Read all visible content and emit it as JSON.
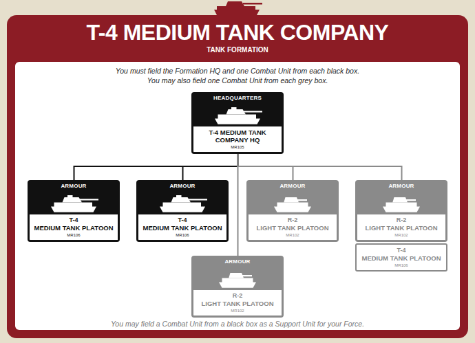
{
  "diagram": {
    "title": "T-4 MEDIUM TANK COMPANY",
    "nodes": [
      {
        "text": [
          "HEADQUARTERS",
          "T-4 MEDIUM TANK COMPANY HQ",
          "MR105"
        ]
      },
      {
        "text": [
          "ARMOUR",
          "T-4",
          "MEDIUM TANK PLATOON",
          "MR106"
        ]
      },
      {
        "text": [
          "ARMOUR",
          "T-4",
          "MEDIUM TANK PLATOON",
          "MR106"
        ]
      },
      {
        "text": [
          "ARMOUR",
          "R-2",
          "LIGHT TANK PLATOON",
          "MR102"
        ]
      },
      {
        "text": [
          "ARMOUR",
          "R-2",
          "LIGHT TANK PLATOON",
          "MR102"
        ]
      },
      {
        "text": [
          "T-4",
          "MEDIUM TANK PLATOON",
          "MR106"
        ],
        "in": 4
      },
      {
        "text": [
          "ARMOUR",
          "R-2",
          "LIGHT TANK PLATOON",
          "MR102"
        ]
      }
    ],
    "edges": [
      {
        "from": 0,
        "to": 1,
        "arrow": "none"
      },
      {
        "from": 0,
        "to": 2,
        "arrow": "none"
      },
      {
        "from": 0,
        "to": 3,
        "arrow": "none"
      },
      {
        "from": 0,
        "to": 4,
        "arrow": "none"
      },
      {
        "from": 0,
        "to": 6,
        "arrow": "none"
      }
    ],
    "labels": [
      "TANK FORMATION",
      "You must field the Formation HQ and one Combat Unit from each black box.",
      "You may also field one Combat Unit from each grey box.",
      "You may field a Combat Unit from a black box as a Support Unit for your Force."
    ]
  }
}
